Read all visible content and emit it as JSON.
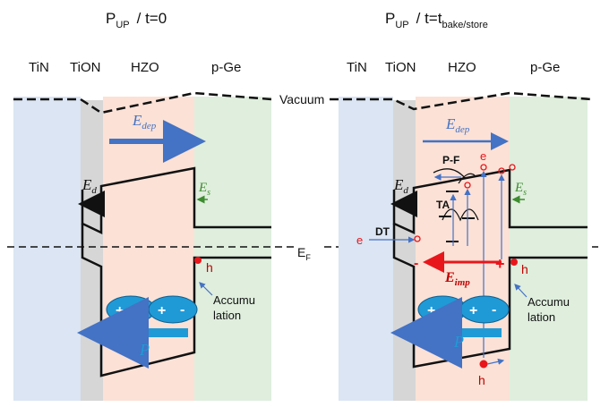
{
  "left": {
    "title_main": "P",
    "title_sub": "UP",
    "title_rest": "/ t=0",
    "layers": [
      "TiN",
      "TiON",
      "HZO",
      "p-Ge"
    ],
    "e_dep_main": "E",
    "e_dep_sub": "dep",
    "e_d_main": "E",
    "e_d_sub": "d",
    "e_s_main": "E",
    "e_s_sub": "s",
    "hole_label": "h",
    "accum_line1": "Accumu",
    "accum_line2": "lation",
    "dipole_plus": "+",
    "dipole_minus": "-",
    "p_label": "P"
  },
  "right": {
    "title_main": "P",
    "title_sub": "UP",
    "title_rest": "/ t=t",
    "title_sub2": "bake/store",
    "layers": [
      "TiN",
      "TiON",
      "HZO",
      "p-Ge"
    ],
    "e_dep_main": "E",
    "e_dep_sub": "dep",
    "e_d_main": "E",
    "e_d_sub": "d",
    "e_s_main": "E",
    "e_s_sub": "s",
    "pf_label": "P-F",
    "ta_label": "TA",
    "dt_label": "DT",
    "electron_label": "e",
    "hole_label": "h",
    "e_imp_main": "E",
    "e_imp_sub": "imp",
    "minus_sign": "-",
    "plus_sign": "+",
    "accum_line1": "Accumu",
    "accum_line2": "lation",
    "dipole_plus": "+",
    "dipole_minus": "-",
    "p_label": "P"
  },
  "vacuum_label": "Vacuum",
  "fermi_main": "E",
  "fermi_sub": "F",
  "colors": {
    "tin": "#dbe5f3",
    "tion": "#d6d6d6",
    "hzo": "#fbe1d6",
    "ge": "#dfeedd",
    "arrow_blue": "#4472c4",
    "dipole_blue": "#1f9ad6",
    "accent_red": "#e8161b",
    "arrow_grey": "#555555",
    "es_green": "#3d8c2f"
  }
}
